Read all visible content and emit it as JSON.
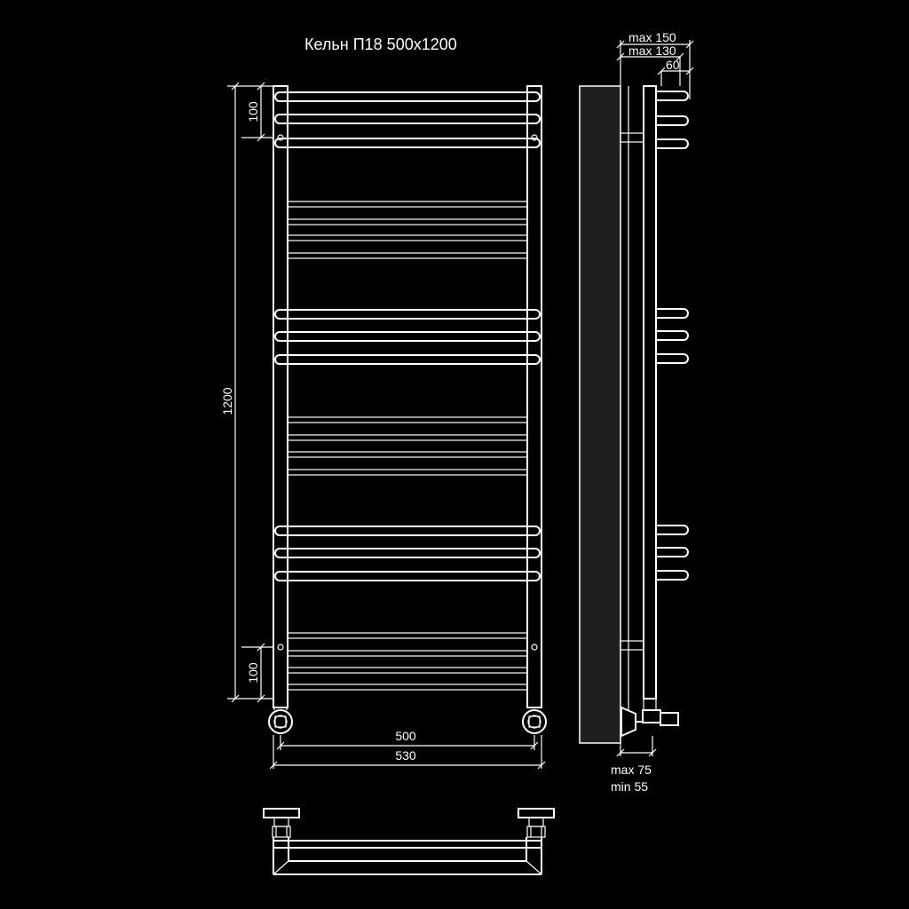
{
  "title": "Кельн П18 500x1200",
  "front_view": {
    "dim_top_spacing": "100",
    "dim_height": "1200",
    "dim_bottom_spacing": "100",
    "dim_center_distance": "500",
    "dim_total_width": "530"
  },
  "side_view": {
    "dim_max_150": "max 150",
    "dim_max_130": "max 130",
    "dim_60": "60",
    "dim_max_75": "max 75",
    "dim_min_55": "min 55"
  }
}
